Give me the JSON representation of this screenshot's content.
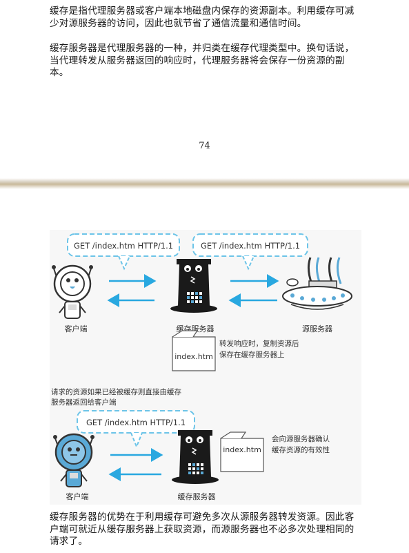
{
  "page": {
    "paragraph_1": "缓存是指代理服务器或客户端本地磁盘内保存的资源副本。利用缓存可减少对源服务器的访问，因此也就节省了通信流量和通信时间。",
    "paragraph_2": "缓存服务器是代理服务器的一种，并归类在缓存代理类型中。换句话说，当代理转发从服务器返回的响应时，代理服务器将会保存一份资源的副本。",
    "page_number": "74",
    "paragraph_3": "缓存服务器的优势在于利用缓存可避免多次从源服务器转发资源。因此客户端可就近从缓存服务器上获取资源，而源服务器也不必多次处理相同的请求了。"
  },
  "figure": {
    "top": {
      "request_1": "GET /index.htm HTTP/1.1",
      "request_2": "GET /index.htm HTTP/1.1",
      "client_label": "客户端",
      "cache_server_label": "缓存服务器",
      "origin_server_label": "源服务器",
      "file_name": "index.htm",
      "note_line_1": "转发响应时，复制资源后",
      "note_line_2": "保存在缓存服务器上"
    },
    "bottom": {
      "caption_line_1": "请求的资源如果已经被缓存则直接由缓存",
      "caption_line_2": "服务器返回给客户端",
      "request": "GET /index.htm HTTP/1.1",
      "file_name": "index.htm",
      "note_line_1": "会向源服务器确认",
      "note_line_2": "缓存资源的有效性",
      "client_label": "客户端",
      "cache_server_label": "缓存服务器"
    },
    "colors": {
      "cyan": "#29a8e0",
      "bubble_border": "#6cc4e8",
      "robot_blue": "#5aa9d6",
      "hat": "#1a1a1a"
    }
  }
}
